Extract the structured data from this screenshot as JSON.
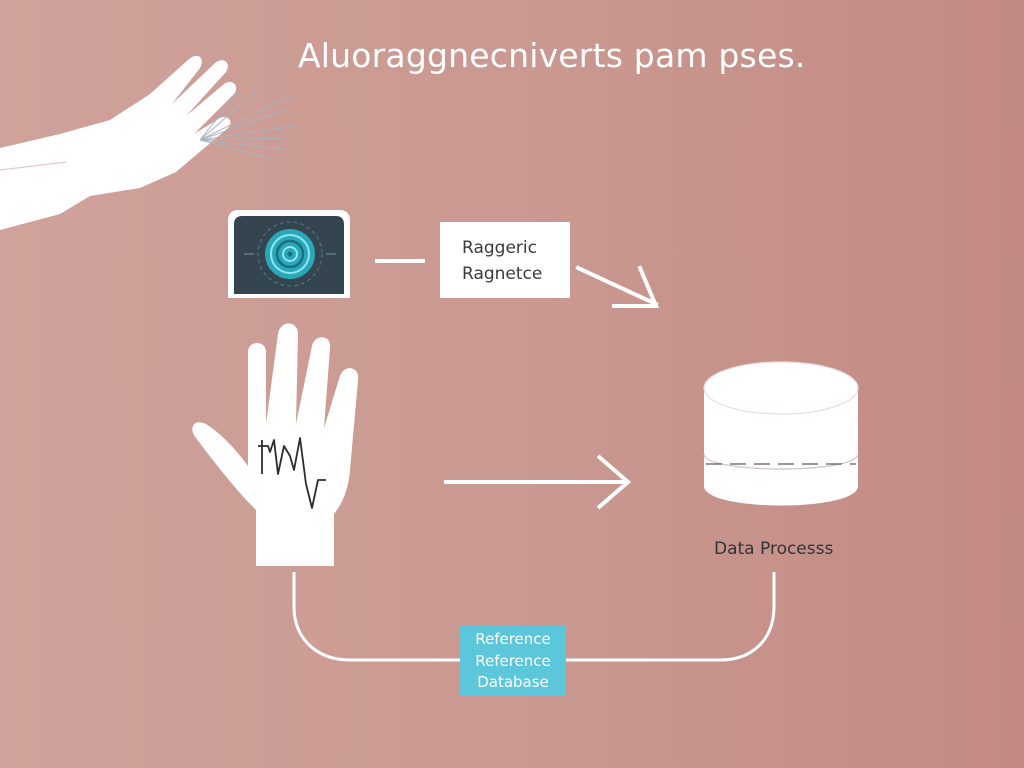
{
  "title": "Aluoraggnecniverts pam pses.",
  "nodes": {
    "label_box": {
      "line1": "Raggeric",
      "line2": "Ragnetce"
    },
    "process": {
      "label": "Data Processs"
    },
    "reference": {
      "line1": "Reference",
      "line2": "Reference",
      "line3": "Database"
    }
  },
  "colors": {
    "background_left": "#cfa29b",
    "background_right": "#c28a83",
    "foreground": "#ffffff",
    "reference_box": "#5cc6db",
    "scanner_screen": "#34454f",
    "scanner_ring": "#36b8c9"
  },
  "icons": {
    "top_hand": "hand-sensor-icon",
    "scanner": "scanner-icon",
    "palm": "palm-signal-icon",
    "storage": "database-icon"
  }
}
